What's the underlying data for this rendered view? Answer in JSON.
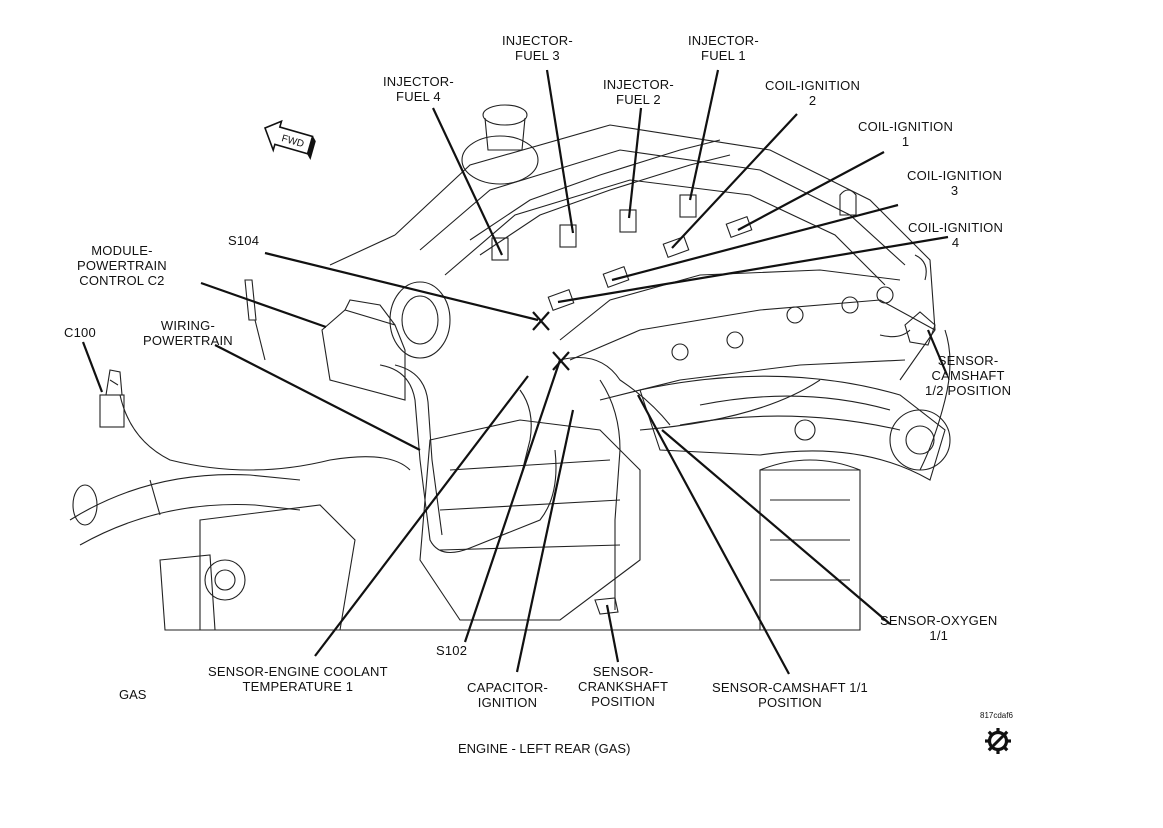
{
  "callouts": {
    "injector_fuel_3": [
      "INJECTOR-",
      "FUEL 3"
    ],
    "injector_fuel_1": [
      "INJECTOR-",
      "FUEL 1"
    ],
    "injector_fuel_4": [
      "INJECTOR-",
      "FUEL 4"
    ],
    "injector_fuel_2": [
      "INJECTOR-",
      "FUEL 2"
    ],
    "coil_ignition_2": [
      "COIL-IGNITION",
      "2"
    ],
    "coil_ignition_1": [
      "COIL-IGNITION",
      "1"
    ],
    "coil_ignition_3": [
      "COIL-IGNITION",
      "3"
    ],
    "coil_ignition_4": [
      "COIL-IGNITION",
      "4"
    ],
    "s104": [
      "S104"
    ],
    "module_powertrain": [
      "MODULE-",
      "POWERTRAIN",
      "CONTROL C2"
    ],
    "c100": [
      "C100"
    ],
    "wiring_powertrain": [
      "WIRING-",
      "POWERTRAIN"
    ],
    "sensor_camshaft_12": [
      "SENSOR-",
      "CAMSHAFT",
      "1/2 POSITION"
    ],
    "sensor_oxygen": [
      "SENSOR-OXYGEN",
      "1/1"
    ],
    "sensor_engine_coolant": [
      "SENSOR-ENGINE COOLANT",
      "TEMPERATURE 1"
    ],
    "s102": [
      "S102"
    ],
    "capacitor_ignition": [
      "CAPACITOR-",
      "IGNITION"
    ],
    "sensor_crankshaft": [
      "SENSOR-",
      "CRANKSHAFT",
      "POSITION"
    ],
    "sensor_camshaft_11": [
      "SENSOR-CAMSHAFT 1/1",
      "POSITION"
    ]
  },
  "fwd_label": "FWD",
  "gas_label": "GAS",
  "figure_code": "817cdaf6",
  "caption": "ENGINE - LEFT REAR  (GAS)",
  "gear_icon": "gear-icon"
}
